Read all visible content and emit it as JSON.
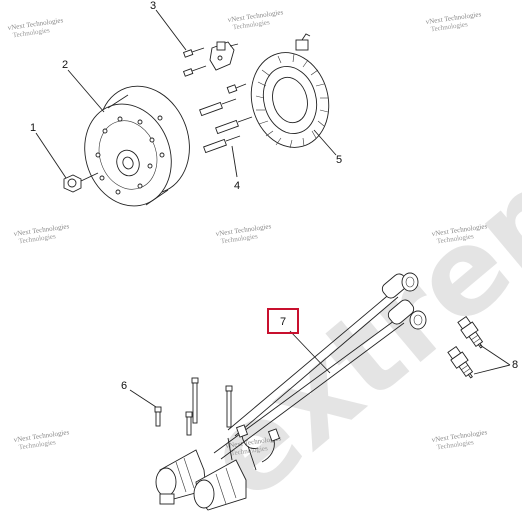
{
  "watermark": {
    "brand_line1": "vNext Technologies",
    "brand_line2": "Technologies",
    "background_text": "extreme"
  },
  "callouts": {
    "c1": "1",
    "c2": "2",
    "c3": "3",
    "c4": "4",
    "c5": "5",
    "c6": "6",
    "c7": "7",
    "c8": "8"
  },
  "colors": {
    "highlight_box": "#c8102e",
    "line": "#222222",
    "watermark": "#e4e4e4"
  }
}
